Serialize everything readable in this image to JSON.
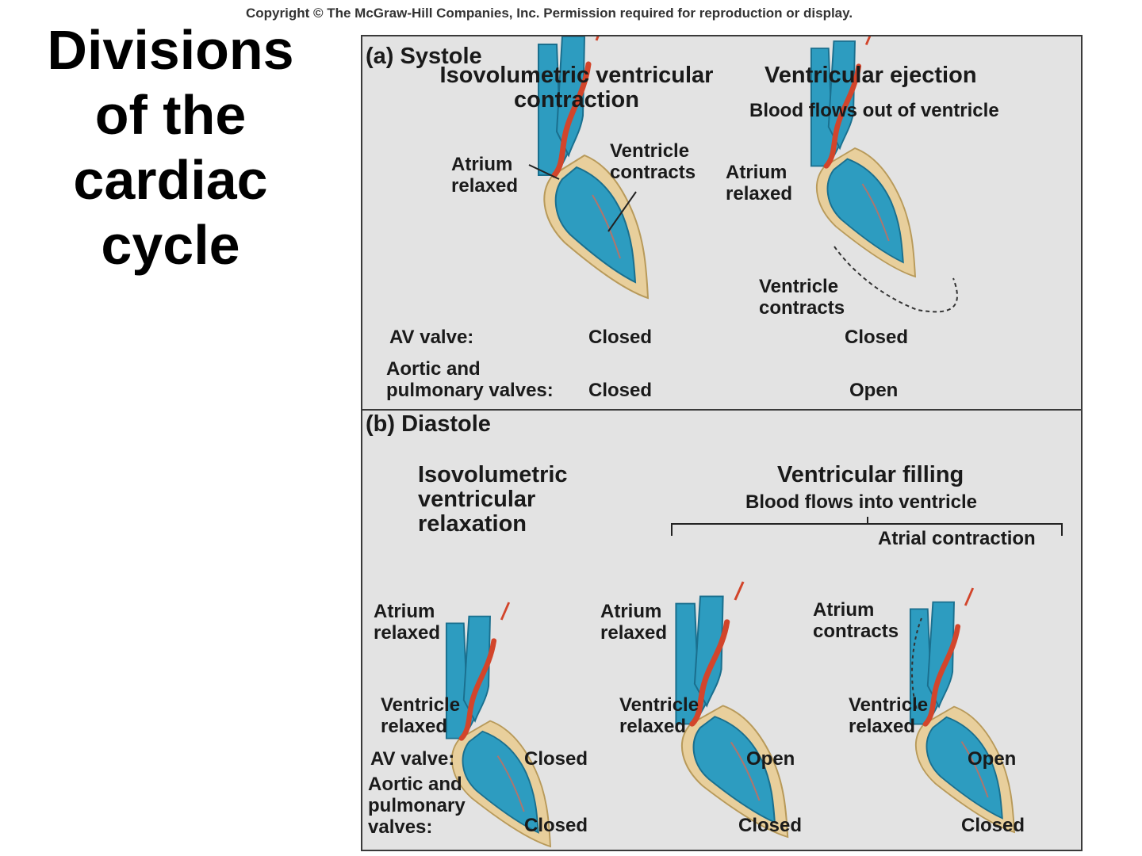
{
  "copyright": "Copyright © The McGraw-Hill Companies, Inc. Permission required for reproduction or display.",
  "slide_title": [
    "Divisions",
    "of the",
    "cardiac",
    "cycle"
  ],
  "systole": {
    "panel_title": "(a) Systole",
    "phase1": {
      "title_lines": [
        "Isovolumetric ventricular",
        "contraction"
      ],
      "atrium_label": [
        "Atrium",
        "relaxed"
      ],
      "ventricle_label": [
        "Ventricle",
        "contracts"
      ]
    },
    "phase2": {
      "title": "Ventricular ejection",
      "subtitle": "Blood flows out of ventricle",
      "atrium_label": [
        "Atrium",
        "relaxed"
      ],
      "ventricle_label": [
        "Ventricle",
        "contracts"
      ]
    },
    "av_valve_label": "AV valve:",
    "semilunar_label": [
      "Aortic and",
      "pulmonary valves:"
    ],
    "av_values": [
      "Closed",
      "Closed"
    ],
    "semilunar_values": [
      "Closed",
      "Open"
    ]
  },
  "diastole": {
    "panel_title": "(b) Diastole",
    "phase1": {
      "title_lines": [
        "Isovolumetric",
        "ventricular",
        "relaxation"
      ],
      "atrium_label": [
        "Atrium",
        "relaxed"
      ],
      "ventricle_label": [
        "Ventricle",
        "relaxed"
      ]
    },
    "phase2": {
      "title": "Ventricular filling",
      "subtitle": "Blood flows into ventricle",
      "bracket_label": "Atrial contraction"
    },
    "heart2": {
      "atrium_label": [
        "Atrium",
        "relaxed"
      ],
      "ventricle_label": [
        "Ventricle",
        "relaxed"
      ]
    },
    "heart3": {
      "atrium_label": [
        "Atrium",
        "contracts"
      ],
      "ventricle_label": [
        "Ventricle",
        "relaxed"
      ]
    },
    "av_valve_label": "AV valve:",
    "semilunar_label": [
      "Aortic and",
      "pulmonary",
      "valves:"
    ],
    "av_values": [
      "Closed",
      "Open",
      "Open"
    ],
    "semilunar_values": [
      "Closed",
      "Closed",
      "Closed"
    ]
  },
  "colors": {
    "panel": "#e3e3e3",
    "blood": "#2d9cc0",
    "blood_dark": "#1a6f8e",
    "muscle": "#e8cf9c",
    "vessel_red": "#d2452b"
  }
}
